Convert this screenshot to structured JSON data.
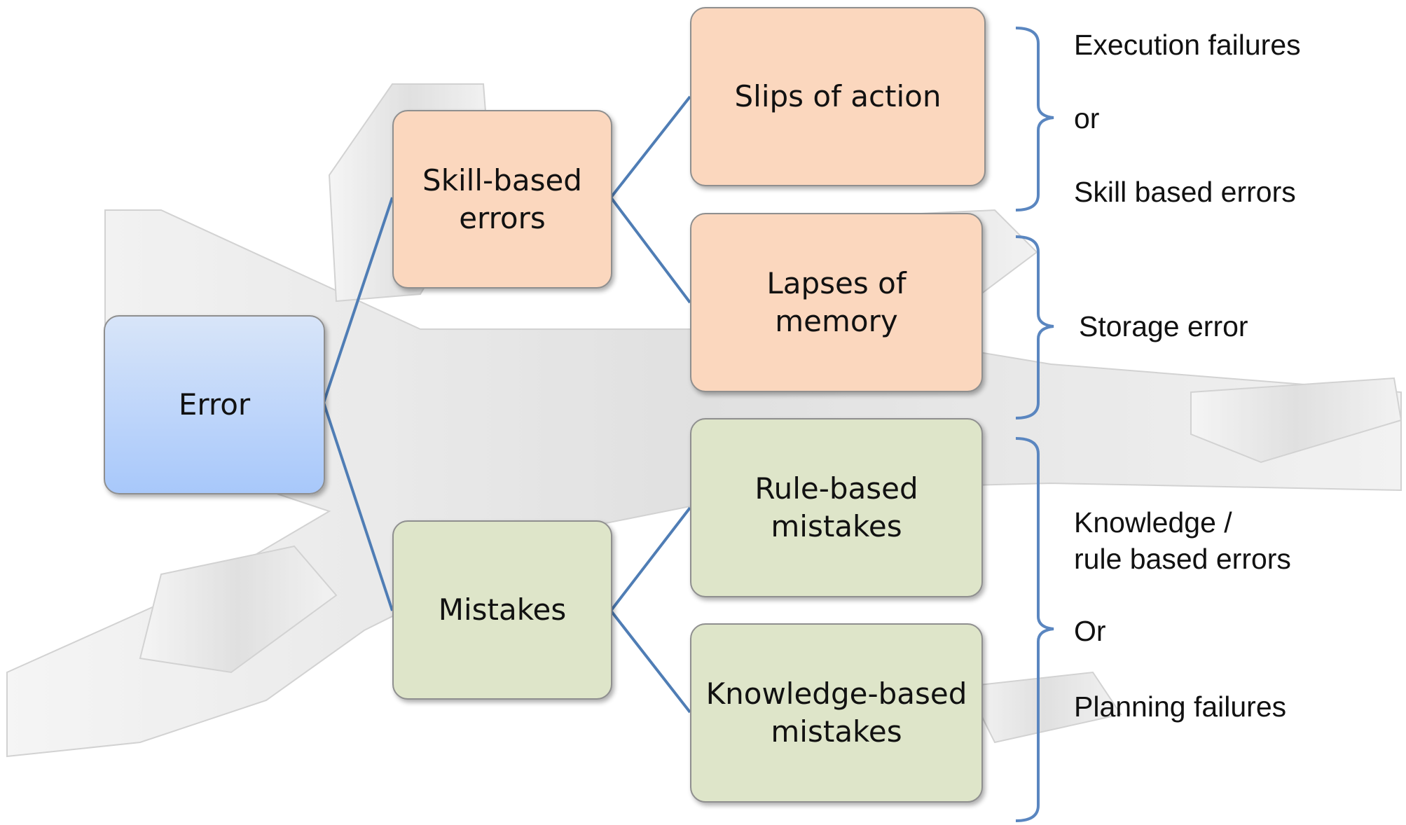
{
  "nodes": {
    "error": "Error",
    "skill_based_errors": "Skill-based\nerrors",
    "mistakes": "Mistakes",
    "slips_of_action": "Slips of action",
    "lapses_of_memory": "Lapses of memory",
    "rule_based_mistakes": "Rule-based\nmistakes",
    "knowledge_based_mistakes": "Knowledge-based\nmistakes"
  },
  "annotations": {
    "execution_failures": "Execution failures",
    "or_1": "or",
    "skill_based_errors": "Skill based errors",
    "storage_error": "Storage error",
    "knowledge_rule_based_errors": "Knowledge /\nrule based errors",
    "or_2": "Or",
    "planning_failures": "Planning failures"
  },
  "colors": {
    "connector": "#4f7db5",
    "bracket": "#5a86c0",
    "root_fill": "#b4d0fa",
    "skill_fill": "#fbd7be",
    "mistake_fill": "#dee5c9",
    "node_border": "#8f8f8f",
    "background_art": "#dcdcdc"
  }
}
